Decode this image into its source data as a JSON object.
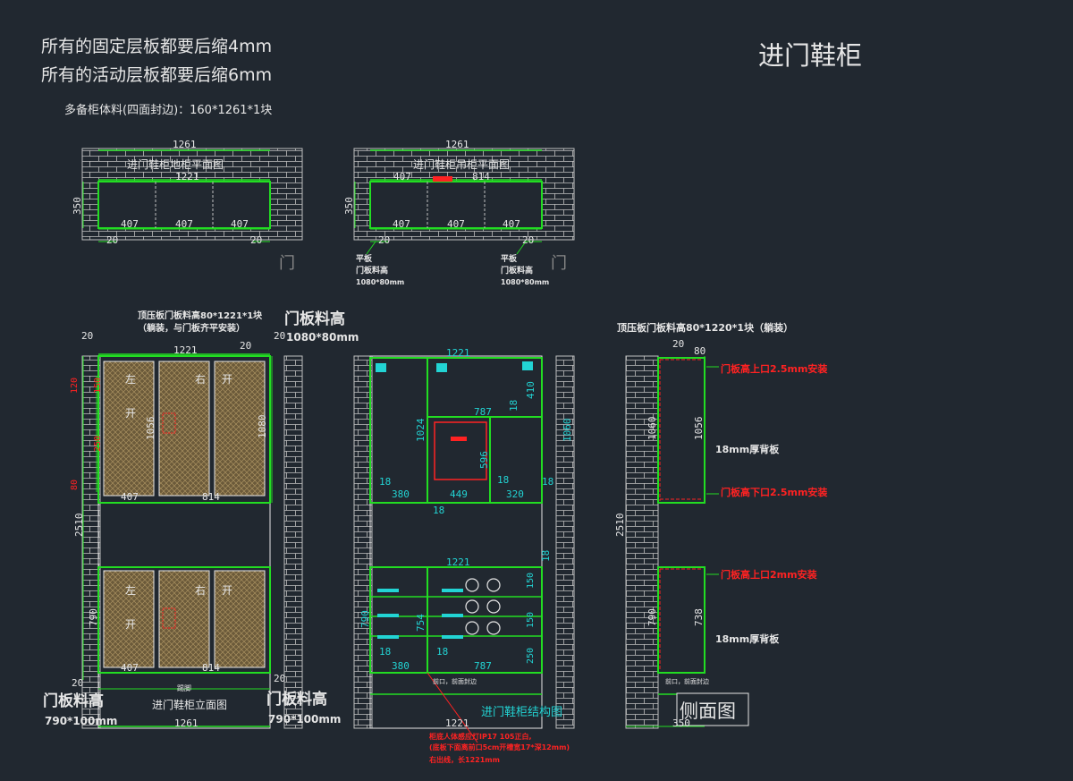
{
  "colors": {
    "background": "#212830",
    "green": "#22dd22",
    "white": "#e6e6e6",
    "cyan": "#22d4d4",
    "red": "#ff2222",
    "brick": "#bfbfbf",
    "panel_fill": "#6b5a3a"
  },
  "header": {
    "note_fixed": "所有的固定层板都要后缩4mm",
    "note_movable": "所有的活动层板都要后缩6mm",
    "spare_material": "多备柜体料(四面封边)：160*1261*1块",
    "main_title": "进门鞋柜"
  },
  "plan_floor": {
    "title": "进门鞋柜地柜平面图",
    "width": "1261",
    "inner_width": "1221",
    "depth": "350",
    "bay1": "407",
    "bay2": "407",
    "bay3": "407",
    "side_left": "20",
    "side_right": "20",
    "door_mark": "门"
  },
  "plan_wall": {
    "title": "进门鞋柜吊柜平面图",
    "width": "1261",
    "top_left": "407",
    "top_right": "814",
    "depth": "350",
    "bay1": "407",
    "bay2": "407",
    "bay3": "407",
    "side_left": "20",
    "side_right": "20",
    "note_left_1": "平板",
    "note_left_2": "门板料高",
    "note_left_3": "1080*80mm",
    "note_right_1": "平板",
    "note_right_2": "门板料高",
    "note_right_3": "1080*80mm",
    "door_mark": "门"
  },
  "elevation": {
    "title": "进门鞋柜立面图",
    "top_note_1": "顶压板门板料高80*1221*1块",
    "top_note_2": "（躺装，与门板齐平安装）",
    "door_material_label": "门板料高",
    "door_material_size": "1080*80mm",
    "side_top_left": "20",
    "side_top_right": "20",
    "side_top_right2": "20",
    "inner_width": "1221",
    "upper_door_height": "1056",
    "upper_height": "1080",
    "dim_120": "120",
    "dim_150": "150",
    "dim_250": "250",
    "dim_80": "80",
    "upper_left_width": "407",
    "upper_right_width": "814",
    "total_height": "2510",
    "lower_height": "790",
    "lower_left_width": "407",
    "lower_right_width": "814",
    "bottom_left": "20",
    "bottom_right": "20",
    "total_width": "1261",
    "lower_label_left": "门板料高",
    "lower_size_left": "790*100mm",
    "lower_label_right": "门板料高",
    "lower_size_right": "790*100mm",
    "door_chars": [
      "左",
      "开",
      "右",
      "开",
      "左",
      "开",
      "右",
      "开"
    ],
    "bottom_small": "踢脚"
  },
  "structure": {
    "title": "进门鞋柜结构图",
    "top_width": "1221",
    "dim_410": "410",
    "dim_787_top": "787",
    "dim_18_a": "18",
    "dim_1024": "1024",
    "dim_596": "596",
    "dim_1060": "1060",
    "dim_18_b": "18",
    "dim_18_c": "18",
    "dim_380_top": "380",
    "dim_449": "449",
    "dim_320": "320",
    "dim_18_d": "18",
    "dim_18_e": "18",
    "mid_width": "1221",
    "dim_18_f": "18",
    "dim_790": "790",
    "dim_754": "754",
    "dim_150_a": "150",
    "dim_150_b": "150",
    "dim_250": "250",
    "dim_18_g": "18",
    "dim_18_h": "18",
    "dim_380_bottom": "380",
    "dim_787_bottom": "787",
    "bottom_note": "前口，前面封边",
    "dim_1221_bottom": "1221",
    "red_note_1": "柜底人体感应灯IP17 105正白,",
    "red_note_2": "(底板下面离前口5cm开槽宽17*深12mm)",
    "red_note_3": "右出线，长1221mm"
  },
  "side": {
    "title": "侧面图",
    "top_note": "顶压板门板料高80*1220*1块（躺装）",
    "dim_20": "20",
    "dim_80": "80",
    "note_upper_top": "门板高上口2.5mm安装",
    "dim_1060": "1060",
    "dim_1056": "1056",
    "back_panel_upper": "18mm厚背板",
    "note_upper_bottom": "门板高下口2.5mm安装",
    "total_height": "2510",
    "note_lower_top": "门板高上口2mm安装",
    "dim_790": "790",
    "dim_738": "738",
    "back_panel_lower": "18mm厚背板",
    "bottom_note": "前口，前面封边",
    "depth": "350"
  }
}
